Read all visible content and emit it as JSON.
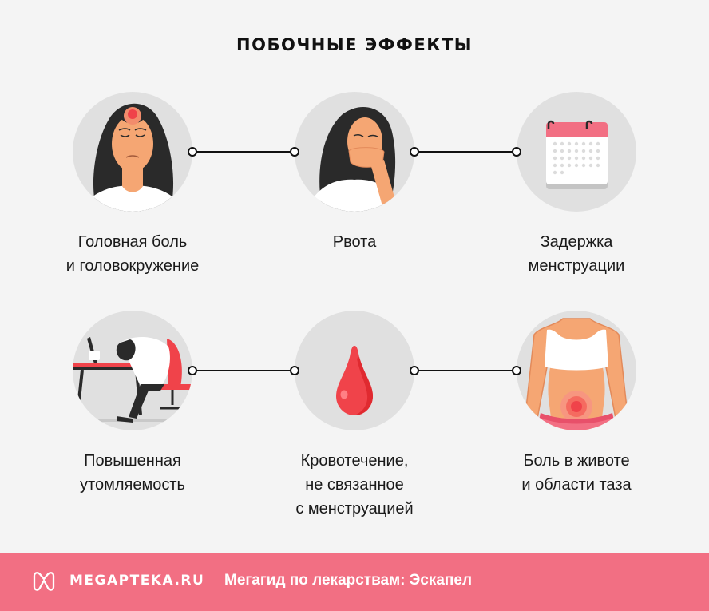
{
  "title": "ПОБОЧНЫЕ ЭФФЕКТЫ",
  "effects": [
    {
      "icon": "headache-woman-icon",
      "line1": "Головная боль",
      "line2": "и головокружение",
      "line3": ""
    },
    {
      "icon": "nausea-woman-icon",
      "line1": "Рвота",
      "line2": "",
      "line3": ""
    },
    {
      "icon": "calendar-icon",
      "line1": "Задержка",
      "line2": "менструации",
      "line3": ""
    },
    {
      "icon": "tired-woman-desk-icon",
      "line1": "Повышенная",
      "line2": "утомляемость",
      "line3": ""
    },
    {
      "icon": "blood-drop-icon",
      "line1": "Кровотечение,",
      "line2": "не связанное",
      "line3": "с менструацией"
    },
    {
      "icon": "abdominal-pain-icon",
      "line1": "Боль в животе",
      "line2": "и области таза",
      "line3": ""
    }
  ],
  "footer": {
    "brand": "MEGAPTEKA.RU",
    "tagline": "Мегагид по лекарствам: Эскапел"
  },
  "colors": {
    "background": "#f4f4f4",
    "circle": "#e0e0e0",
    "footer": "#f26f83",
    "accent_red": "#f0434a",
    "skin": "#f5a673",
    "hair": "#2a2a2a"
  }
}
